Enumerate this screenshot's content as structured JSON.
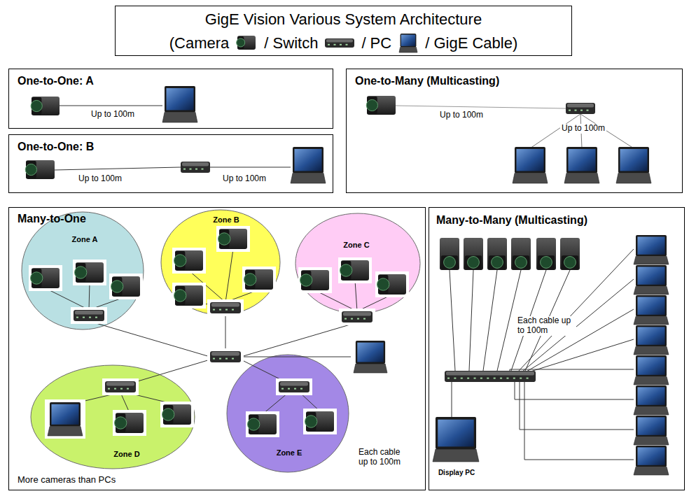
{
  "diagram": {
    "nodes": [
      {
        "text": [
          "GigE Vision Various System Architecture",
          "(Camera",
          "/ Switch",
          "/ PC",
          "/ GigE Cable)"
        ]
      },
      {
        "text": [
          "One-to-One: A"
        ]
      },
      {
        "text": [
          "One-to-One: B"
        ]
      },
      {
        "text": [
          "One-to-Many (Multicasting)"
        ]
      },
      {
        "text": [
          "Many-to-One",
          "More cameras than PCs"
        ]
      },
      {
        "text": [
          "Zone A"
        ],
        "in": 4
      },
      {
        "text": [
          "Zone B"
        ],
        "in": 4
      },
      {
        "text": [
          "Zone C"
        ],
        "in": 4
      },
      {
        "text": [
          "Zone D"
        ],
        "in": 4
      },
      {
        "text": [
          "Zone E"
        ],
        "in": 4
      },
      {
        "text": [
          "Many-to-Many (Multicasting)"
        ]
      }
    ],
    "labels": [
      "Up to 100m",
      "Up to 100m",
      "Up to 100m",
      "Up to 100m",
      "Up to 100m",
      "Each cable up to 100m",
      "Each cable up to 100m",
      "Display PC"
    ]
  }
}
